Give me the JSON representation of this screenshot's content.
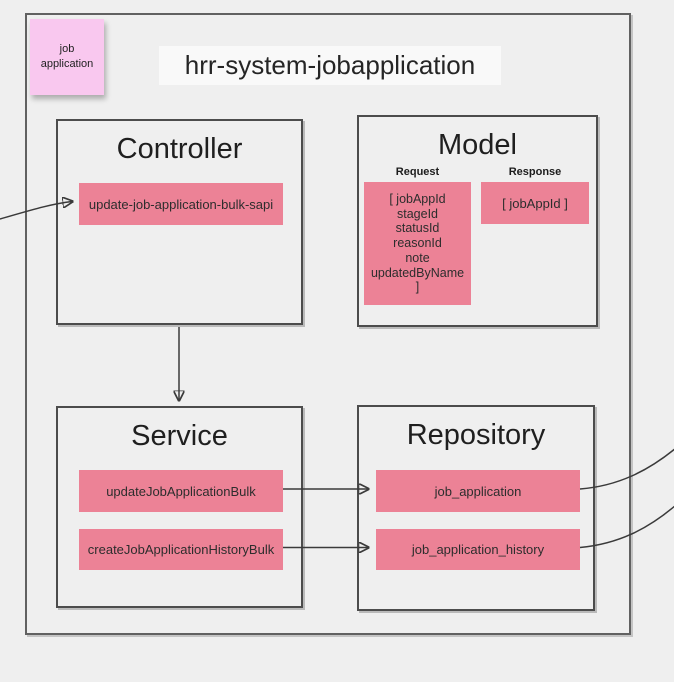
{
  "colors": {
    "background": "#efefef",
    "frame_border": "#616161",
    "group_border": "#4c4c4c",
    "node_fill": "#ec8296",
    "sticky_fill": "#f9c8ef",
    "connector": "#3a3a3a"
  },
  "sticky_note": {
    "text": "job application"
  },
  "title": "hrr-system-jobapplication",
  "controller": {
    "heading": "Controller",
    "endpoint": "update-job-application-bulk-sapi"
  },
  "model": {
    "heading": "Model",
    "request": {
      "label": "Request",
      "lines": [
        "[ jobAppId",
        "stageId",
        "statusId",
        "reasonId",
        "note",
        "updatedByName",
        "]"
      ]
    },
    "response": {
      "label": "Response",
      "value": "[ jobAppId ]"
    }
  },
  "service": {
    "heading": "Service",
    "methods": [
      "updateJobApplicationBulk",
      "createJobApplicationHistoryBulk"
    ]
  },
  "repository": {
    "heading": "Repository",
    "tables": [
      "job_application",
      "job_application_history"
    ]
  },
  "connections": [
    {
      "from": "external-left",
      "to": "update-job-application-bulk-sapi"
    },
    {
      "from": "Controller",
      "to": "Service"
    },
    {
      "from": "updateJobApplicationBulk",
      "to": "job_application"
    },
    {
      "from": "createJobApplicationHistoryBulk",
      "to": "job_application_history"
    },
    {
      "from": "job_application",
      "to": "external-right"
    },
    {
      "from": "job_application_history",
      "to": "external-right"
    }
  ]
}
